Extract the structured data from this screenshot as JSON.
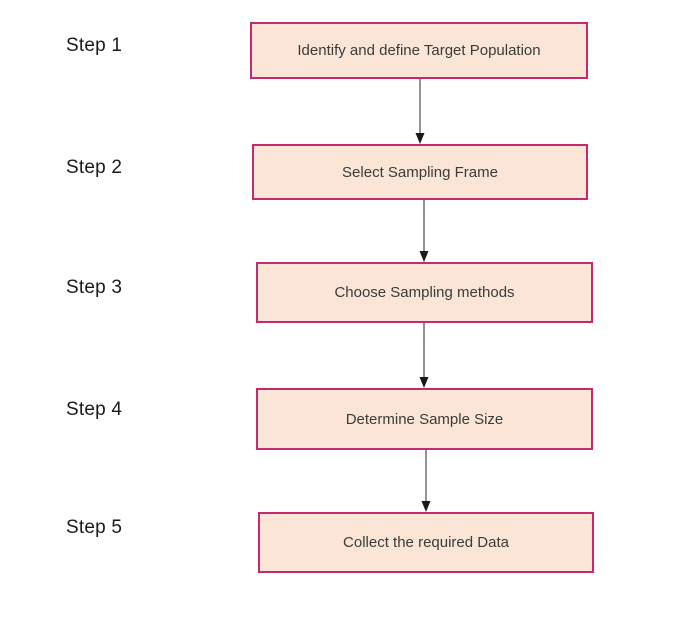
{
  "diagram": {
    "type": "flowchart",
    "direction": "top-down",
    "steps": [
      {
        "label": "Step 1",
        "box": "Identify and define Target Population"
      },
      {
        "label": "Step 2",
        "box": "Select Sampling Frame"
      },
      {
        "label": "Step 3",
        "box": "Choose Sampling methods"
      },
      {
        "label": "Step 4",
        "box": "Determine Sample Size"
      },
      {
        "label": "Step 5",
        "box": "Collect the required Data"
      }
    ],
    "connectors": [
      {
        "from": 1,
        "to": 2,
        "style": "arrow-down"
      },
      {
        "from": 2,
        "to": 3,
        "style": "arrow-down"
      },
      {
        "from": 3,
        "to": 4,
        "style": "arrow-down"
      },
      {
        "from": 4,
        "to": 5,
        "style": "arrow-down"
      }
    ],
    "colors": {
      "background": "#FFFFFF",
      "box_fill": "#FBE5D6",
      "box_border": "#C42A6E",
      "box_text": "#3B3B3B",
      "label_text": "#1A1A1A",
      "arrow_line": "#595959",
      "arrow_head": "#1A1A1A"
    }
  }
}
